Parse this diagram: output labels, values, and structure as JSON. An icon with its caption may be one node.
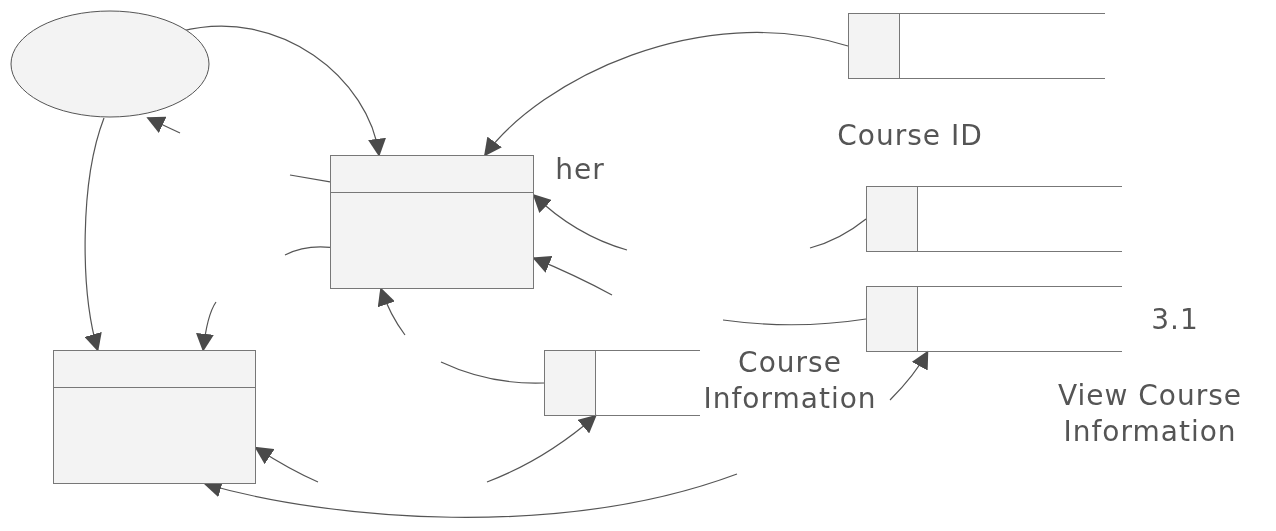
{
  "diagram": {
    "nodes": [
      {
        "text": [],
        "shape": "circle"
      },
      {
        "text": [],
        "shape": "box"
      },
      {
        "text": [],
        "shape": "box"
      },
      {
        "text": [],
        "shape": "box"
      },
      {
        "text": [],
        "shape": "box"
      },
      {
        "text": [],
        "shape": "box"
      },
      {
        "text": [],
        "shape": "box"
      }
    ],
    "edges": [
      {
        "from": 0,
        "to": 2,
        "arrow": "to"
      },
      {
        "from": 1,
        "to": 2,
        "arrow": "to"
      },
      {
        "from": null,
        "to": 0,
        "arrow": "to"
      },
      {
        "from": 0,
        "to": 5,
        "arrow": "to"
      },
      {
        "from": 2,
        "to": null,
        "arrow": "none"
      },
      {
        "from": 2,
        "to": null,
        "arrow": "none"
      },
      {
        "from": null,
        "to": 2,
        "arrow": "to"
      },
      {
        "from": null,
        "to": 2,
        "arrow": "to"
      },
      {
        "from": 3,
        "to": null,
        "arrow": "none"
      },
      {
        "from": 4,
        "to": null,
        "arrow": "none"
      },
      {
        "from": null,
        "to": 2,
        "arrow": "to"
      },
      {
        "from": 6,
        "to": null,
        "arrow": "none"
      },
      {
        "from": null,
        "to": 5,
        "arrow": "to"
      },
      {
        "from": null,
        "to": 6,
        "arrow": "to"
      },
      {
        "from": null,
        "to": 5,
        "arrow": "to"
      },
      {
        "from": null,
        "to": 5,
        "arrow": "to"
      },
      {
        "from": null,
        "to": 4,
        "arrow": "to"
      }
    ],
    "labels": [
      "Course ID",
      "her",
      "3.1",
      "Course Information",
      "View Course Information"
    ]
  }
}
